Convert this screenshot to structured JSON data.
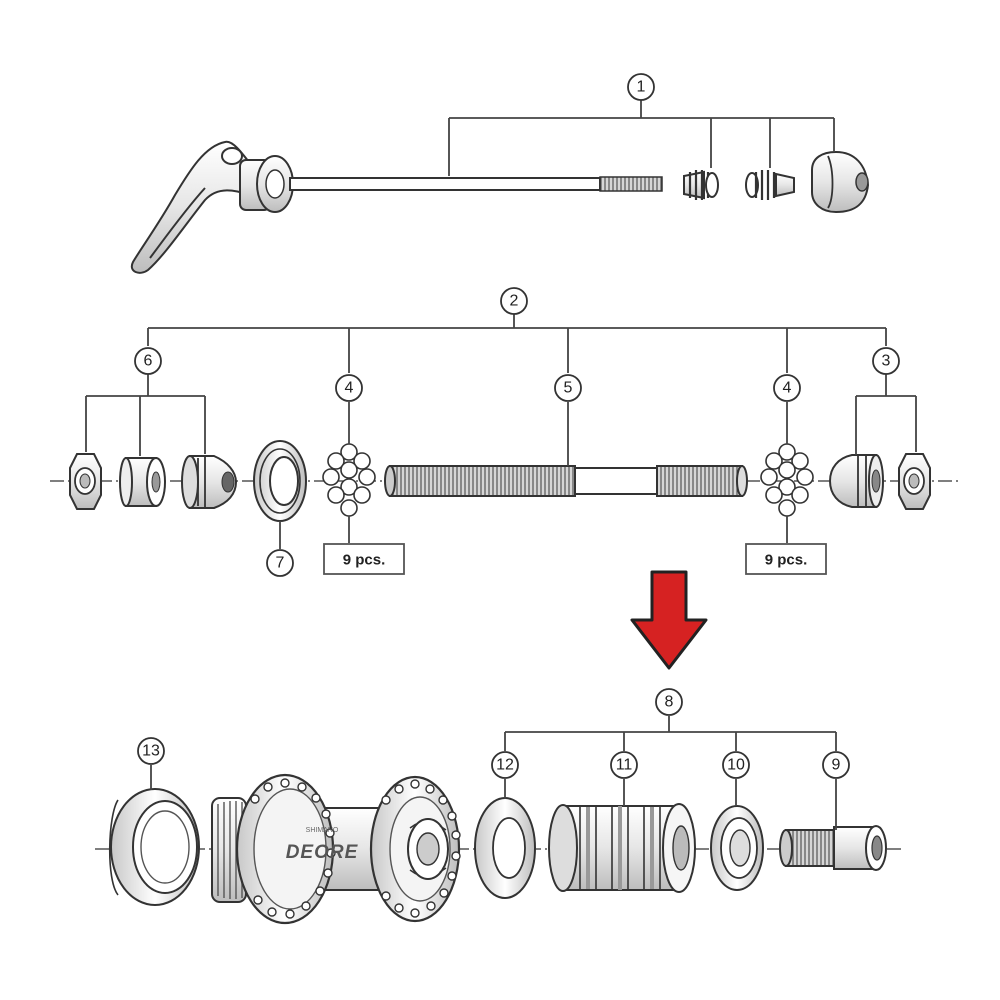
{
  "callouts": {
    "c1": "1",
    "c2": "2",
    "c3": "3",
    "c4_left": "4",
    "c4_right": "4",
    "c5": "5",
    "c6": "6",
    "c7": "7",
    "c8": "8",
    "c9": "9",
    "c10": "10",
    "c11": "11",
    "c12": "12",
    "c13": "13"
  },
  "quantity_labels": {
    "left": "9 pcs.",
    "right": "9 pcs."
  },
  "hub_branding": {
    "maker": "SHIMANO",
    "model": "DEORE"
  },
  "colors": {
    "arrow": "#d62222",
    "line": "#333333",
    "part_fill": "#f2f2f2"
  },
  "icons": {
    "arrow": "down-arrow-icon"
  }
}
